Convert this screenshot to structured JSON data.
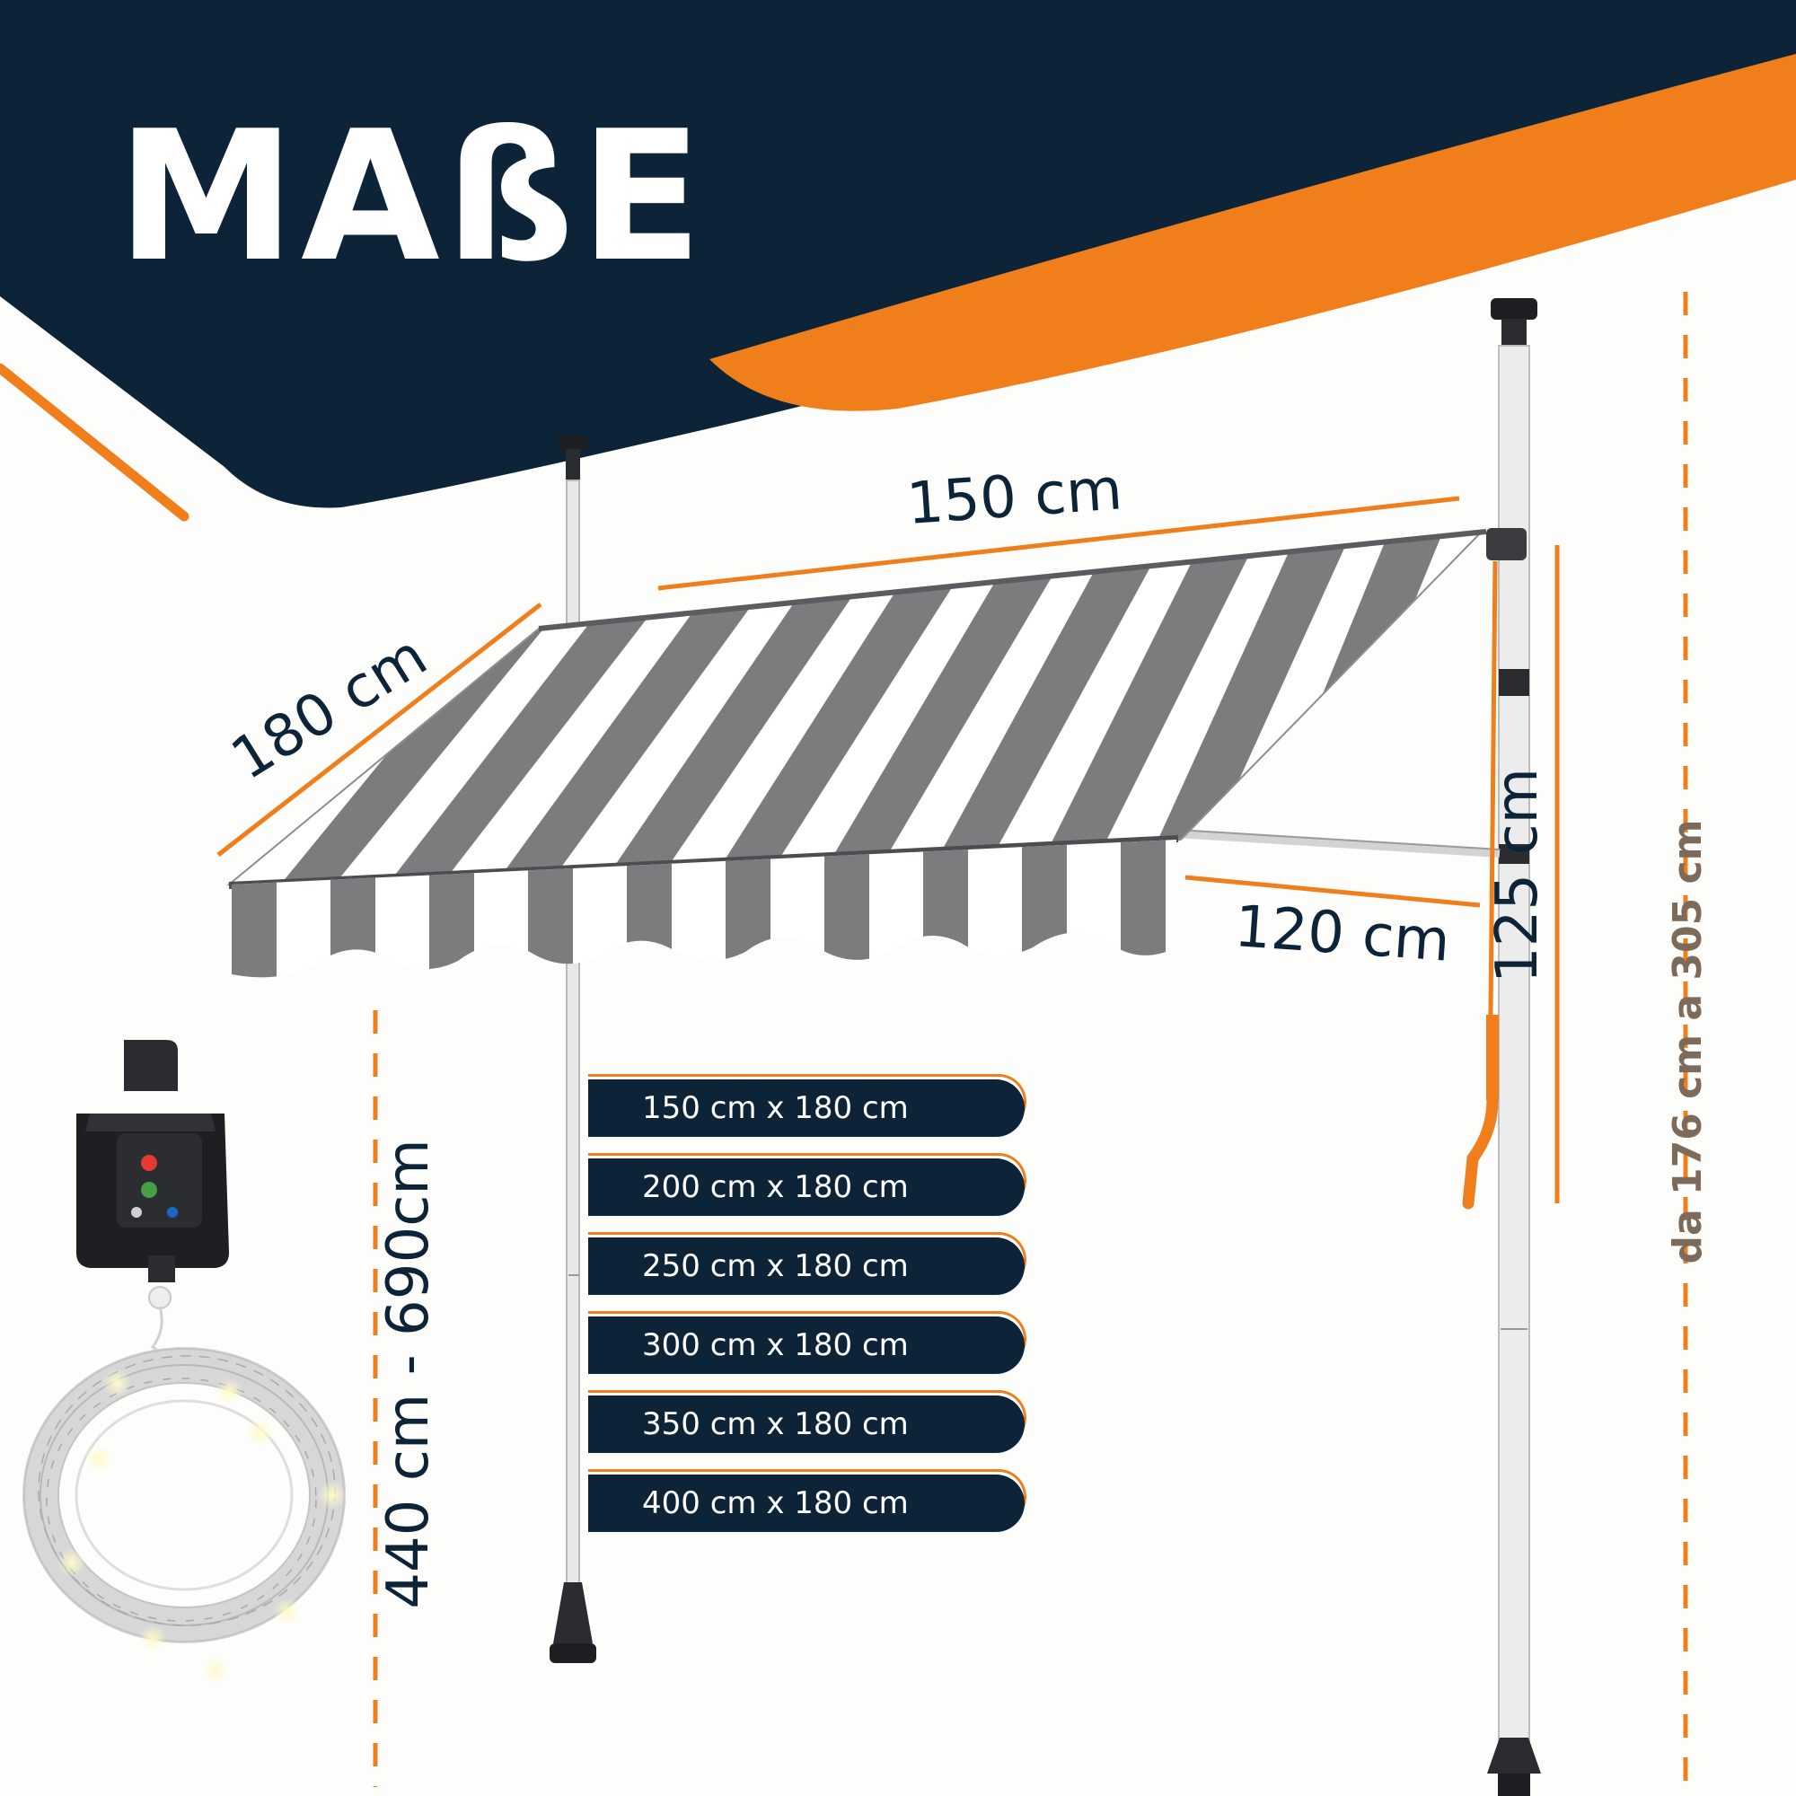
{
  "title": "MAßE",
  "dimensions": {
    "width": "150 cm",
    "depth": "180 cm",
    "arm": "120 cm",
    "awning_height": "125 cm",
    "total_height": "440 cm - 690cm",
    "pole_range": "da 176 cm a 305 cm"
  },
  "sizes": [
    "150 cm x 180 cm",
    "200 cm x 180 cm",
    "250 cm x 180 cm",
    "300 cm x 180 cm",
    "350 cm x 180 cm",
    "400 cm x 180 cm"
  ],
  "colors": {
    "navy": "#0d2438",
    "orange": "#f07e1b",
    "stripe_grey": "#7b7c7e",
    "range_text": "#7d6a59"
  },
  "icons": [
    "power-icon",
    "mode-icon",
    "light-icon",
    "solar-icon"
  ]
}
